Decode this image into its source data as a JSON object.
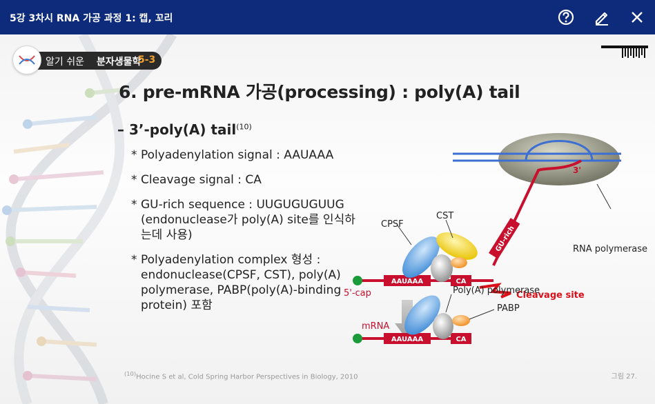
{
  "window": {
    "title": "5강 3차시 RNA 가공 과정 1: 캡, 꼬리",
    "help_icon": "help-circle-icon",
    "edit_icon": "pencil-icon",
    "close_icon": "close-icon"
  },
  "logo": {
    "prefix": "알기 쉬운 ",
    "name": "분자생물학",
    "number": "5-3"
  },
  "slide": {
    "heading": "6. pre-mRNA 가공(processing) : poly(A) tail",
    "subheading": "– 3’-poly(A) tail",
    "subheading_ref": "(10)",
    "bullets": [
      "Polyadenylation signal : AAUAAA",
      "Cleavage signal : CA",
      "GU-rich sequence : UUGUGUGUUG (endonuclease가 poly(A) site를 인식하는데 사용)",
      "Polyadenylation complex 형성 : endonuclease(CPSF, CST), poly(A) polymerase, PABP(poly(A)-binding protein) 포함"
    ],
    "bullet_mark": "*",
    "citation_ref": "(10)",
    "citation": "Hocine S et al, Cold Spring Harbor Perspectives in Biology, 2010",
    "figure_label": "그림 27."
  },
  "diagram": {
    "top_labels": {
      "cpsf": "CPSF",
      "cst": "CST",
      "gu_rich": "GU-rich",
      "three_prime": "3'",
      "rna_polymerase": "RNA polymerase",
      "five_cap": "5'-cap",
      "aauaaa": "AAUAAA",
      "ca": "CA",
      "cleavage_site": "Cleavage site"
    },
    "bottom_labels": {
      "polya_polymerase": "Poly(A) polymerase",
      "pabp": "PABP",
      "mrna": "mRNA",
      "aauaaa": "AAUAAA",
      "ca": "CA"
    },
    "colors": {
      "rna_strand": "#c8102e",
      "dna_strand": "#3c6fd1",
      "cpsf": "#5aa0e0",
      "cst": "#f2d21a",
      "pabp": "#f4a040",
      "cap_dot": "#1a9b3a",
      "polymerase": "#8c8c7a"
    }
  }
}
